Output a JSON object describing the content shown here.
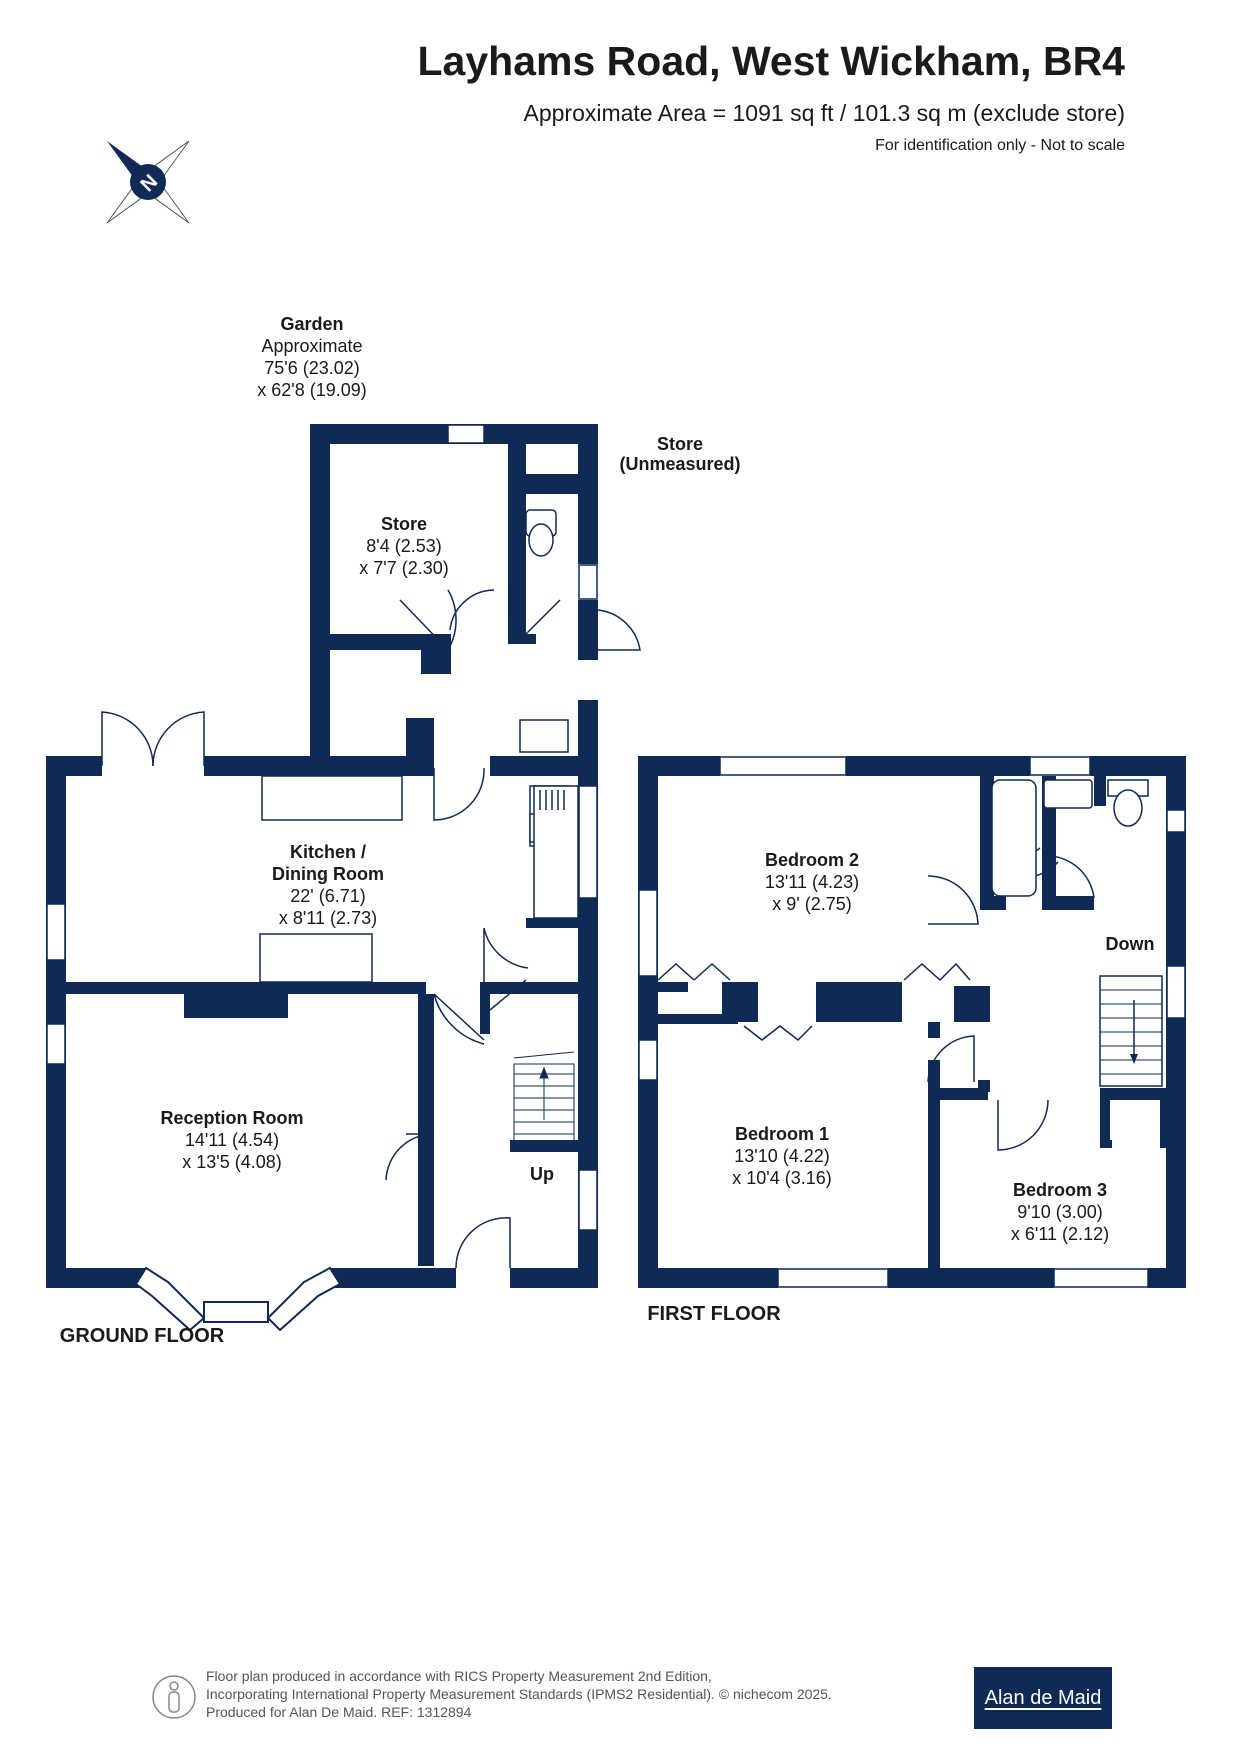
{
  "header": {
    "title": "Layhams Road, West Wickham, BR4",
    "subtitle": "Approximate Area = 1091 sq ft / 101.3 sq m (exclude store)",
    "note": "For identification only - Not to scale"
  },
  "compass": {
    "label": "N",
    "icon": "compass-icon"
  },
  "garden": {
    "name": "Garden",
    "line1": "Approximate",
    "line2": "75'6 (23.02)",
    "line3": "x 62'8 (19.09)"
  },
  "rooms": {
    "store_unmeasured": {
      "name": "Store",
      "sub": "(Unmeasured)"
    },
    "store": {
      "name": "Store",
      "dim1": "8'4 (2.53)",
      "dim2": "x 7'7 (2.30)"
    },
    "kitchen": {
      "name1": "Kitchen /",
      "name2": "Dining Room",
      "dim1": "22' (6.71)",
      "dim2": "x 8'11 (2.73)"
    },
    "reception": {
      "name": "Reception Room",
      "dim1": "14'11 (4.54)",
      "dim2": "x 13'5 (4.08)"
    },
    "bedroom2": {
      "name": "Bedroom 2",
      "dim1": "13'11 (4.23)",
      "dim2": "x 9' (2.75)"
    },
    "bedroom1": {
      "name": "Bedroom 1",
      "dim1": "13'10 (4.22)",
      "dim2": "x 10'4 (3.16)"
    },
    "bedroom3": {
      "name": "Bedroom 3",
      "dim1": "9'10 (3.00)",
      "dim2": "x 6'11 (2.12)"
    }
  },
  "stairs": {
    "up": "Up",
    "down": "Down"
  },
  "floors": {
    "ground": "GROUND FLOOR",
    "first": "FIRST FLOOR"
  },
  "colors": {
    "wall": "#0e2a55",
    "text": "#1a1a1a",
    "logo_bg": "#0e2a55"
  },
  "footer": {
    "line1": "Floor plan produced in accordance with RICS Property Measurement 2nd Edition,",
    "line2": "Incorporating International Property Measurement Standards (IPMS2 Residential).   © nichecom 2025.",
    "line3": "Produced for Alan De Maid.   REF: 1312894",
    "icon": "person-icon",
    "logo": "Alan de Maid"
  }
}
